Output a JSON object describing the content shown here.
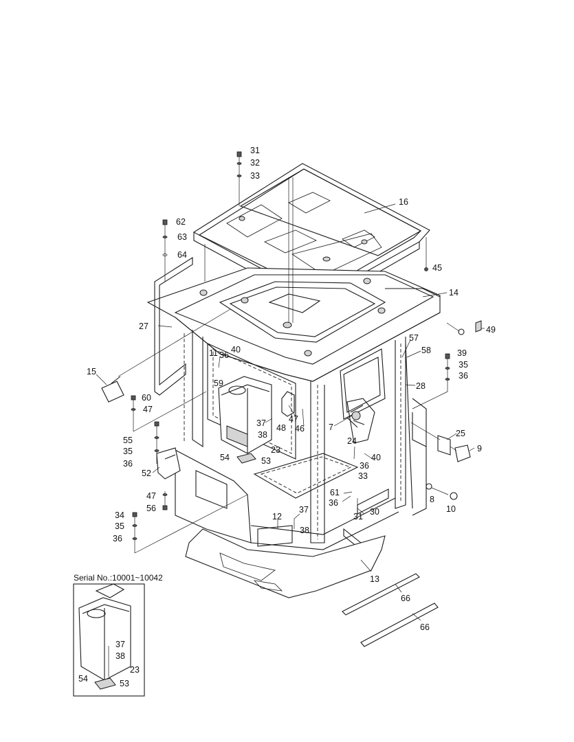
{
  "inset": {
    "title": "Serial No.:10001~10042",
    "callouts": [
      "37",
      "38",
      "23",
      "54",
      "53"
    ]
  },
  "callouts": {
    "c31": "31",
    "c32": "32",
    "c33": "33",
    "c16": "16",
    "c62": "62",
    "c63": "63",
    "c64": "64",
    "c45": "45",
    "c14": "14",
    "c27": "27",
    "c49": "49",
    "c57": "57",
    "c58": "58",
    "c39": "39",
    "c35a": "35",
    "c36a": "36",
    "c11": "11",
    "c36b": "36",
    "c40a": "40",
    "c15": "15",
    "c59": "59",
    "c28": "28",
    "c60": "60",
    "c47a": "47",
    "c48": "48",
    "c47b": "47",
    "c46": "46",
    "c7": "7",
    "c37a": "37",
    "c38a": "38",
    "c55": "55",
    "c35b": "35",
    "c23": "23",
    "c24": "24",
    "c25": "25",
    "c9": "9",
    "c36c": "36",
    "c54": "54",
    "c53": "53",
    "c40b": "40",
    "c52": "52",
    "c36d": "36",
    "c33b": "33",
    "c47c": "47",
    "c61": "61",
    "c8": "8",
    "c36e": "36",
    "c31b": "31",
    "c30": "30",
    "c10": "10",
    "c56": "56",
    "c34": "34",
    "c37b": "37",
    "c12": "12",
    "c35c": "35",
    "c38b": "38",
    "c36f": "36",
    "c13": "13",
    "c66a": "66",
    "c66b": "66"
  }
}
